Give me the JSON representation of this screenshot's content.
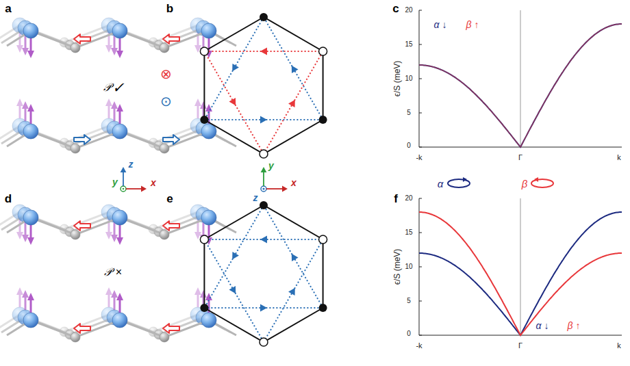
{
  "diagram": {
    "labels": [
      "a",
      "b",
      "c",
      "⊗",
      "⊙",
      "α ↓",
      "β ↑",
      "20",
      "15",
      "10",
      "5",
      "0",
      "ϵ/S (meV)",
      "-k",
      "Γ",
      "k",
      "𝒫 ✓",
      "z",
      "y",
      "x",
      "y",
      "z",
      "x",
      "d",
      "e",
      "f",
      "𝒫 ×",
      "20",
      "15",
      "10",
      "5",
      "0",
      "ϵ/S (meV)",
      "-k",
      "Γ",
      "k",
      "α ↓",
      "β ↑"
    ],
    "legend": [
      {
        "text": "α"
      },
      {
        "text": "β"
      }
    ]
  }
}
